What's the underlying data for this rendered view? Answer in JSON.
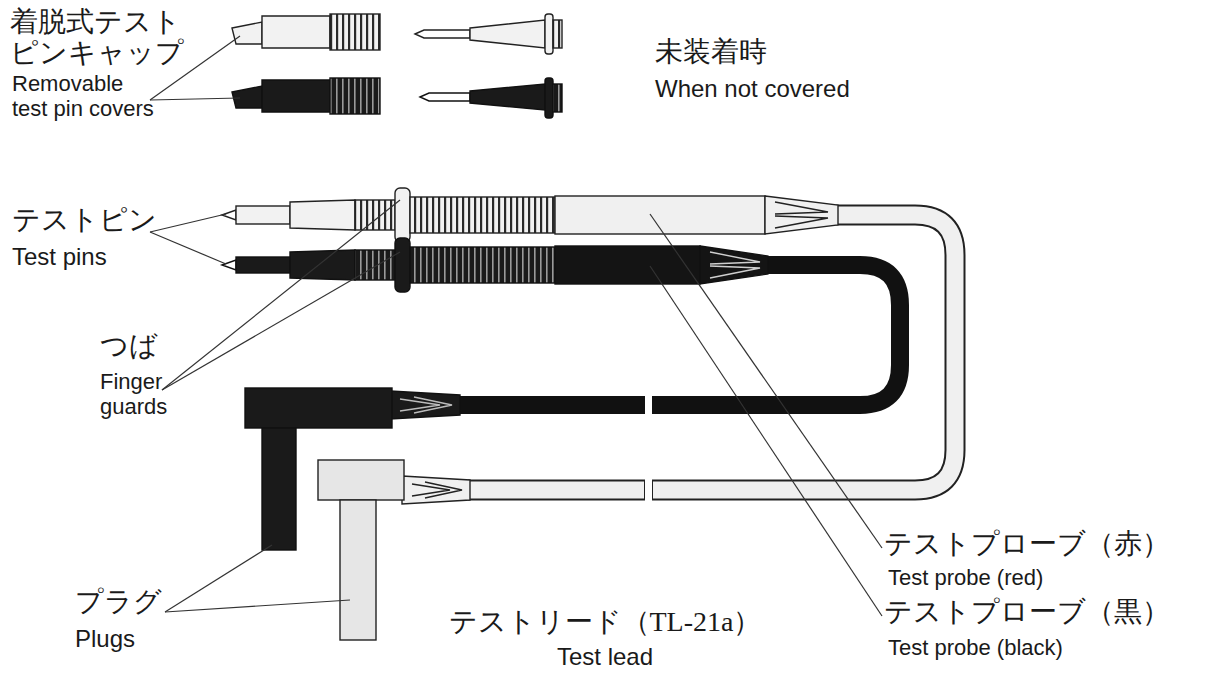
{
  "diagram": {
    "labels": [
      "着脱式テスト ピンキャップ",
      "Removable test pin covers",
      "未装着時",
      "When not covered",
      "テストピン",
      "Test pins",
      "つば",
      "Finger guards",
      "プラグ",
      "Plugs",
      "テストリード（TL-21a）",
      "Test lead",
      "テストプローブ（赤）",
      "Test probe (red)",
      "テストプローブ（黒）",
      "Test probe (black)"
    ]
  }
}
